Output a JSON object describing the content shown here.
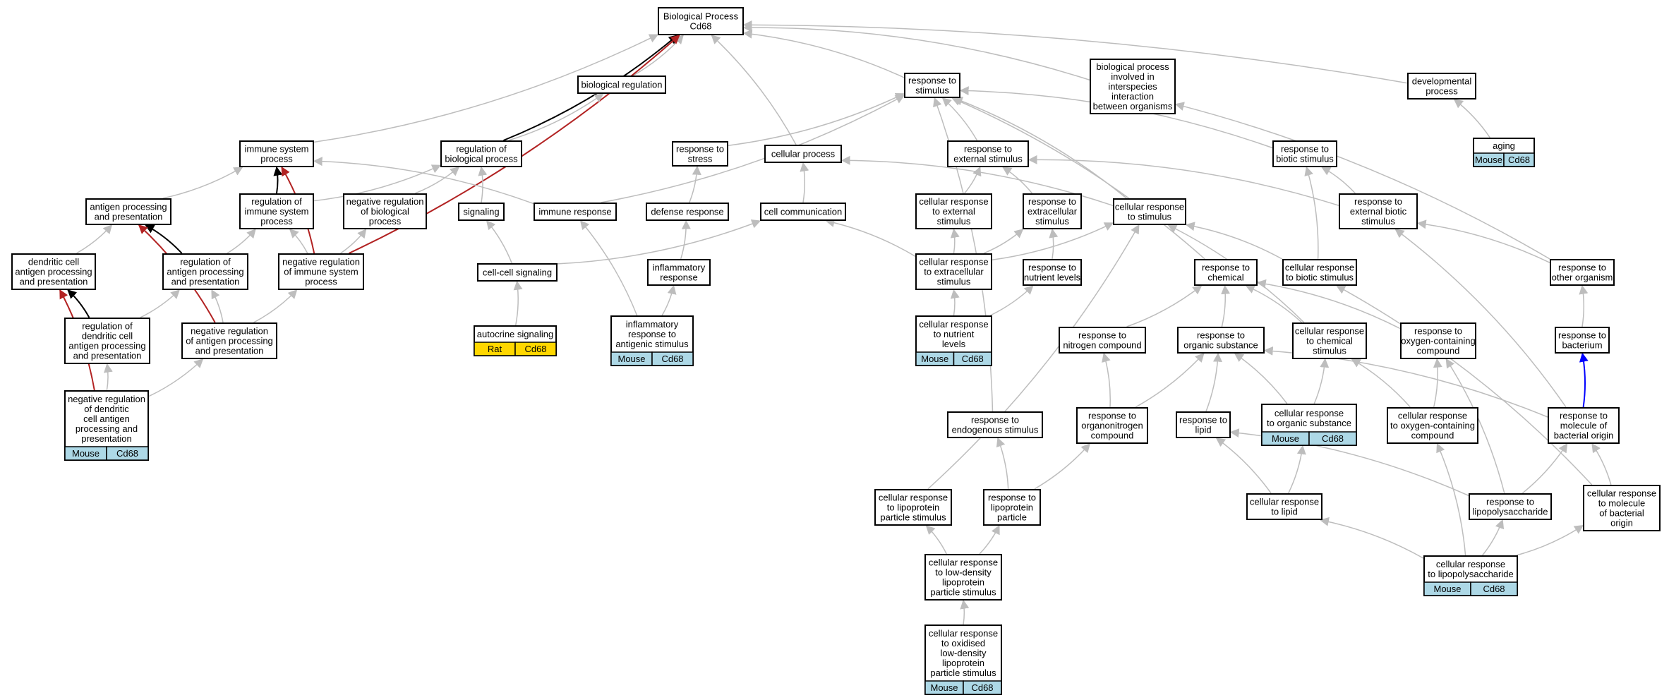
{
  "graph": {
    "root": "Biological Process\nCd68",
    "colors": {
      "edge_default": "#bdbdbd",
      "edge_red": "#b22222",
      "edge_black": "#000000",
      "edge_blue": "#0000ff",
      "mouse_fill": "#add8e6",
      "rat_fill": "#ffd700"
    },
    "nodes": [
      {
        "id": "root",
        "label": "Biological Process\nCd68"
      },
      {
        "id": "bioreg",
        "label": "biological regulation"
      },
      {
        "id": "resp_stim",
        "label": "response to\nstimulus"
      },
      {
        "id": "interspecies",
        "label": "biological process\ninvolved in\ninterspecies\ninteraction\nbetween organisms"
      },
      {
        "id": "develop",
        "label": "developmental\nprocess"
      },
      {
        "id": "aging",
        "label": "aging",
        "tags": [
          "Mouse",
          "Cd68"
        ]
      },
      {
        "id": "immune_sys",
        "label": "immune system\nprocess"
      },
      {
        "id": "reg_bio",
        "label": "regulation of\nbiological process"
      },
      {
        "id": "resp_stress",
        "label": "response to\nstress"
      },
      {
        "id": "cell_proc",
        "label": "cellular process"
      },
      {
        "id": "resp_ext",
        "label": "response to\nexternal stimulus"
      },
      {
        "id": "resp_biotic",
        "label": "response to\nbiotic stimulus"
      },
      {
        "id": "antigen",
        "label": "antigen processing\nand presentation"
      },
      {
        "id": "reg_immune",
        "label": "regulation of\nimmune system\nprocess"
      },
      {
        "id": "neg_reg_bio",
        "label": "negative regulation\nof biological\nprocess"
      },
      {
        "id": "signaling",
        "label": "signaling"
      },
      {
        "id": "immune_resp",
        "label": "immune response"
      },
      {
        "id": "defense",
        "label": "defense response"
      },
      {
        "id": "cell_comm",
        "label": "cell communication"
      },
      {
        "id": "cr_ext",
        "label": "cellular response\nto external\nstimulus"
      },
      {
        "id": "resp_extracell",
        "label": "response to\nextracellular\nstimulus"
      },
      {
        "id": "cr_stim",
        "label": "cellular response\nto stimulus"
      },
      {
        "id": "resp_ext_biotic",
        "label": "response to\nexternal biotic\nstimulus"
      },
      {
        "id": "dc_antigen",
        "label": "dendritic cell\nantigen processing\nand presentation"
      },
      {
        "id": "reg_antigen",
        "label": "regulation of\nantigen processing\nand presentation"
      },
      {
        "id": "neg_reg_immune",
        "label": "negative regulation\nof immune system\nprocess"
      },
      {
        "id": "cc_signal",
        "label": "cell-cell signaling"
      },
      {
        "id": "inflam",
        "label": "inflammatory\nresponse"
      },
      {
        "id": "cr_extracell",
        "label": "cellular response\nto extracellular\nstimulus"
      },
      {
        "id": "resp_nutrient",
        "label": "response to\nnutrient levels"
      },
      {
        "id": "resp_chem",
        "label": "response to\nchemical"
      },
      {
        "id": "cr_biotic",
        "label": "cellular response\nto biotic stimulus"
      },
      {
        "id": "resp_other",
        "label": "response to\nother organism"
      },
      {
        "id": "reg_dc",
        "label": "regulation of\ndendritic cell\nantigen processing\nand presentation"
      },
      {
        "id": "neg_reg_antigen",
        "label": "negative regulation\nof antigen processing\nand presentation"
      },
      {
        "id": "autocrine",
        "label": "autocrine signaling",
        "tags": [
          "Rat",
          "Cd68"
        ]
      },
      {
        "id": "inflam_antigenic",
        "label": "inflammatory\nresponse to\nantigenic stimulus",
        "tags": [
          "Mouse",
          "Cd68"
        ]
      },
      {
        "id": "cr_nutrient",
        "label": "cellular response\nto nutrient\nlevels",
        "tags": [
          "Mouse",
          "Cd68"
        ]
      },
      {
        "id": "resp_nitrogen",
        "label": "response to\nnitrogen compound"
      },
      {
        "id": "resp_organic",
        "label": "response to\norganic substance"
      },
      {
        "id": "cr_chem",
        "label": "cellular response\nto chemical\nstimulus"
      },
      {
        "id": "resp_oxygen",
        "label": "response to\noxygen-containing\ncompound"
      },
      {
        "id": "resp_bacterium",
        "label": "response to\nbacterium"
      },
      {
        "id": "neg_reg_dc",
        "label": "negative regulation\nof dendritic\ncell antigen\nprocessing and\npresentation",
        "tags": [
          "Mouse",
          "Cd68"
        ]
      },
      {
        "id": "resp_endo",
        "label": "response to\nendogenous stimulus"
      },
      {
        "id": "resp_organonitrogen",
        "label": "response to\norganonitrogen\ncompound"
      },
      {
        "id": "resp_lipid",
        "label": "response to\nlipid"
      },
      {
        "id": "cr_organic",
        "label": "cellular response\nto organic substance",
        "tags": [
          "Mouse",
          "Cd68"
        ]
      },
      {
        "id": "cr_oxygen",
        "label": "cellular response\nto oxygen-containing\ncompound"
      },
      {
        "id": "resp_mol_bact",
        "label": "response to\nmolecule of\nbacterial origin"
      },
      {
        "id": "cr_lipoprotein",
        "label": "cellular response\nto lipoprotein\nparticle stimulus"
      },
      {
        "id": "resp_lipoprotein",
        "label": "response to\nlipoprotein\nparticle"
      },
      {
        "id": "cr_lipid",
        "label": "cellular response\nto lipid"
      },
      {
        "id": "resp_lps",
        "label": "response to\nlipopolysaccharide"
      },
      {
        "id": "cr_mol_bact",
        "label": "cellular response\nto molecule\nof bacterial\norigin"
      },
      {
        "id": "cr_ldl",
        "label": "cellular response\nto low-density\nlipoprotein\nparticle stimulus"
      },
      {
        "id": "cr_lps",
        "label": "cellular response\nto lipopolysaccharide",
        "tags": [
          "Mouse",
          "Cd68"
        ]
      },
      {
        "id": "cr_oxldl",
        "label": "cellular response\nto oxidised\nlow-density\nlipoprotein\nparticle stimulus",
        "tags": [
          "Mouse",
          "Cd68"
        ]
      }
    ],
    "edges": [
      {
        "from": "bioreg",
        "to": "root"
      },
      {
        "from": "resp_stim",
        "to": "root"
      },
      {
        "from": "interspecies",
        "to": "root"
      },
      {
        "from": "develop",
        "to": "root"
      },
      {
        "from": "immune_sys",
        "to": "root"
      },
      {
        "from": "reg_bio",
        "to": "root",
        "color": "black"
      },
      {
        "from": "neg_reg_immune",
        "to": "root",
        "color": "red"
      },
      {
        "from": "cell_proc",
        "to": "root"
      },
      {
        "from": "aging",
        "to": "develop"
      },
      {
        "from": "reg_bio",
        "to": "bioreg"
      },
      {
        "from": "resp_stress",
        "to": "resp_stim"
      },
      {
        "from": "resp_ext",
        "to": "resp_stim"
      },
      {
        "from": "resp_biotic",
        "to": "resp_stim"
      },
      {
        "from": "immune_resp",
        "to": "resp_stim"
      },
      {
        "from": "cr_stim",
        "to": "resp_stim"
      },
      {
        "from": "resp_chem",
        "to": "resp_stim"
      },
      {
        "from": "resp_endo",
        "to": "resp_stim"
      },
      {
        "from": "resp_other",
        "to": "interspecies"
      },
      {
        "from": "antigen",
        "to": "immune_sys"
      },
      {
        "from": "reg_immune",
        "to": "immune_sys",
        "color": "black"
      },
      {
        "from": "immune_resp",
        "to": "immune_sys"
      },
      {
        "from": "neg_reg_immune",
        "to": "immune_sys",
        "color": "red"
      },
      {
        "from": "reg_immune",
        "to": "reg_bio"
      },
      {
        "from": "neg_reg_bio",
        "to": "reg_bio"
      },
      {
        "from": "signaling",
        "to": "reg_bio"
      },
      {
        "from": "defense",
        "to": "resp_stress"
      },
      {
        "from": "cell_comm",
        "to": "cell_proc"
      },
      {
        "from": "cr_stim",
        "to": "cell_proc"
      },
      {
        "from": "cr_ext",
        "to": "resp_ext"
      },
      {
        "from": "resp_extracell",
        "to": "resp_ext"
      },
      {
        "from": "resp_ext_biotic",
        "to": "resp_ext"
      },
      {
        "from": "resp_ext_biotic",
        "to": "resp_biotic"
      },
      {
        "from": "cr_biotic",
        "to": "resp_biotic"
      },
      {
        "from": "dc_antigen",
        "to": "antigen"
      },
      {
        "from": "reg_antigen",
        "to": "antigen",
        "color": "black"
      },
      {
        "from": "neg_reg_antigen",
        "to": "antigen",
        "color": "red"
      },
      {
        "from": "neg_reg_immune",
        "to": "reg_immune"
      },
      {
        "from": "reg_antigen",
        "to": "reg_immune"
      },
      {
        "from": "neg_reg_immune",
        "to": "neg_reg_bio"
      },
      {
        "from": "cc_signal",
        "to": "signaling"
      },
      {
        "from": "inflam_antigenic",
        "to": "immune_resp"
      },
      {
        "from": "inflam",
        "to": "defense"
      },
      {
        "from": "cc_signal",
        "to": "cell_comm"
      },
      {
        "from": "cr_extracell",
        "to": "cell_comm"
      },
      {
        "from": "cr_extracell",
        "to": "cr_ext"
      },
      {
        "from": "cr_extracell",
        "to": "resp_extracell"
      },
      {
        "from": "resp_nutrient",
        "to": "resp_extracell"
      },
      {
        "from": "cr_extracell",
        "to": "cr_stim"
      },
      {
        "from": "cr_chem",
        "to": "cr_stim"
      },
      {
        "from": "cr_biotic",
        "to": "cr_stim"
      },
      {
        "from": "cr_lipoprotein",
        "to": "cr_stim"
      },
      {
        "from": "resp_other",
        "to": "resp_ext_biotic"
      },
      {
        "from": "resp_mol_bact",
        "to": "resp_ext_biotic"
      },
      {
        "from": "reg_dc",
        "to": "dc_antigen",
        "color": "black"
      },
      {
        "from": "neg_reg_dc",
        "to": "dc_antigen",
        "color": "red"
      },
      {
        "from": "neg_reg_antigen",
        "to": "reg_antigen"
      },
      {
        "from": "reg_dc",
        "to": "reg_antigen"
      },
      {
        "from": "neg_reg_antigen",
        "to": "neg_reg_immune"
      },
      {
        "from": "autocrine",
        "to": "cc_signal"
      },
      {
        "from": "inflam_antigenic",
        "to": "inflam"
      },
      {
        "from": "cr_nutrient",
        "to": "cr_extracell"
      },
      {
        "from": "cr_nutrient",
        "to": "resp_nutrient"
      },
      {
        "from": "resp_nitrogen",
        "to": "resp_chem"
      },
      {
        "from": "resp_organic",
        "to": "resp_chem"
      },
      {
        "from": "cr_chem",
        "to": "resp_chem"
      },
      {
        "from": "resp_oxygen",
        "to": "resp_chem"
      },
      {
        "from": "cr_mol_bact",
        "to": "cr_biotic"
      },
      {
        "from": "resp_bacterium",
        "to": "resp_other"
      },
      {
        "from": "neg_reg_dc",
        "to": "reg_dc"
      },
      {
        "from": "neg_reg_dc",
        "to": "neg_reg_antigen"
      },
      {
        "from": "resp_organonitrogen",
        "to": "resp_nitrogen"
      },
      {
        "from": "resp_organonitrogen",
        "to": "resp_organic"
      },
      {
        "from": "resp_lipid",
        "to": "resp_organic"
      },
      {
        "from": "cr_organic",
        "to": "resp_organic"
      },
      {
        "from": "resp_mol_bact",
        "to": "resp_organic"
      },
      {
        "from": "cr_organic",
        "to": "cr_chem"
      },
      {
        "from": "cr_oxygen",
        "to": "cr_chem"
      },
      {
        "from": "cr_oxygen",
        "to": "resp_oxygen"
      },
      {
        "from": "resp_lps",
        "to": "resp_oxygen"
      },
      {
        "from": "resp_mol_bact",
        "to": "resp_bacterium",
        "color": "blue"
      },
      {
        "from": "resp_lipoprotein",
        "to": "resp_endo"
      },
      {
        "from": "resp_lipoprotein",
        "to": "resp_organonitrogen"
      },
      {
        "from": "resp_lps",
        "to": "resp_lipid"
      },
      {
        "from": "cr_lipid",
        "to": "resp_lipid"
      },
      {
        "from": "cr_lipid",
        "to": "cr_organic"
      },
      {
        "from": "cr_lps",
        "to": "cr_oxygen"
      },
      {
        "from": "resp_lps",
        "to": "resp_mol_bact"
      },
      {
        "from": "cr_mol_bact",
        "to": "resp_mol_bact"
      },
      {
        "from": "cr_ldl",
        "to": "cr_lipoprotein"
      },
      {
        "from": "cr_ldl",
        "to": "resp_lipoprotein"
      },
      {
        "from": "cr_lps",
        "to": "cr_lipid"
      },
      {
        "from": "cr_lps",
        "to": "resp_lps"
      },
      {
        "from": "cr_lps",
        "to": "cr_mol_bact"
      },
      {
        "from": "cr_oxldl",
        "to": "cr_ldl"
      }
    ]
  }
}
